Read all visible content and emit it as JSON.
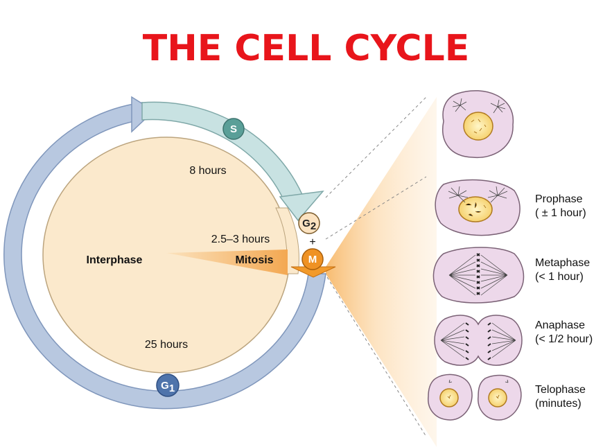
{
  "title": "THE CELL CYCLE",
  "cycle": {
    "s_label": "S",
    "g2_label": "G",
    "g2_sub": "2",
    "plus": "+",
    "m_label": "M",
    "g1_label": "G",
    "g1_sub": "1",
    "s_duration": "8 hours",
    "g2_duration": "2.5–3 hours",
    "g1_duration": "25 hours",
    "interphase": "Interphase",
    "mitosis": "Mitosis"
  },
  "phases": [
    {
      "name": "Prophase",
      "duration": "( ± 1 hour)"
    },
    {
      "name": "Metaphase",
      "duration": "(< 1 hour)"
    },
    {
      "name": "Anaphase",
      "duration": "(< 1/2 hour)"
    },
    {
      "name": "Telophase",
      "duration": "(minutes)"
    }
  ],
  "colors": {
    "title": "#e8151b",
    "g1_ring": "#b8c8e0",
    "s_ring": "#c8e2e2",
    "inner_fill": "#fbe9cc",
    "mitosis_orange": "#f29a2b",
    "cell_pink": "#edd8ea"
  }
}
